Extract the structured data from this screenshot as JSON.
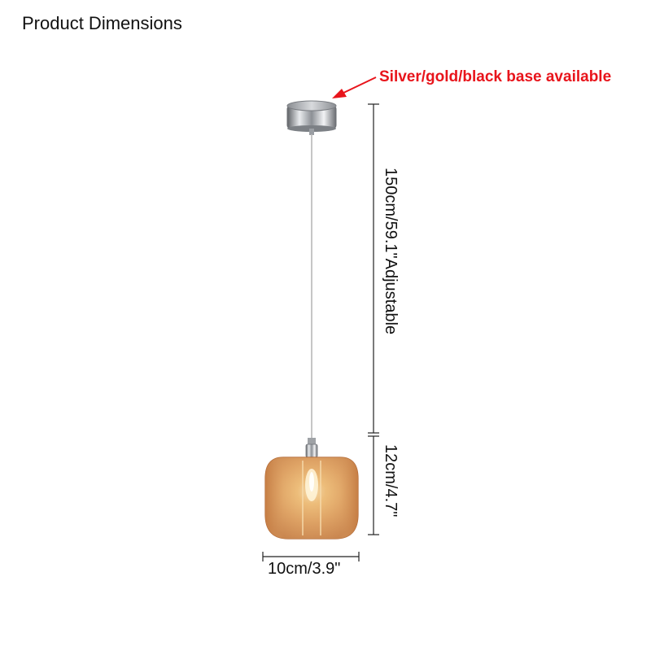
{
  "title": "Product Dimensions",
  "callout": {
    "text": "Silver/gold/black base available",
    "color": "#e8141b"
  },
  "dimensions": {
    "total_height": "150cm/59.1\"Adjustable",
    "shade_height": "12cm/4.7\"",
    "shade_width": "10cm/3.9\""
  },
  "colors": {
    "canopy": "#a9acb0",
    "shade": "#d59a58",
    "dimension_line": "#222222"
  }
}
